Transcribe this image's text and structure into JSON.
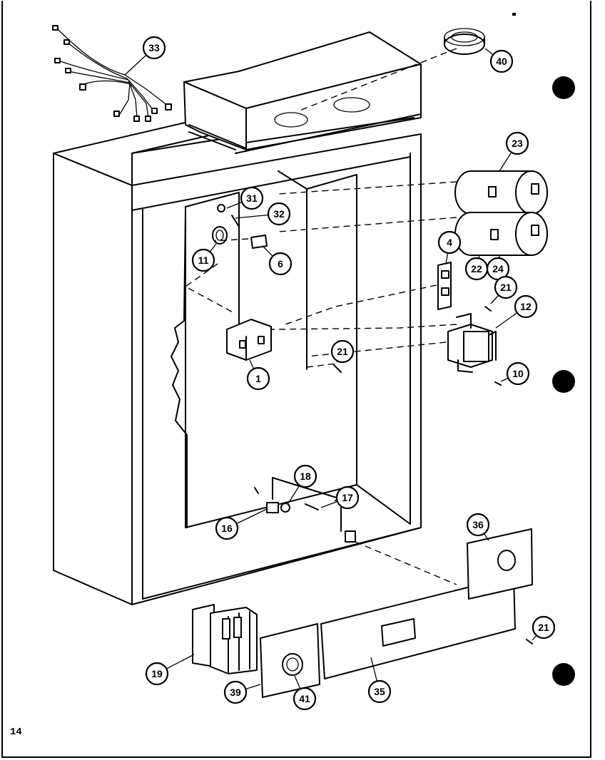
{
  "page_number": "14",
  "callouts": [
    {
      "label": "33"
    },
    {
      "label": "40"
    },
    {
      "label": "23"
    },
    {
      "label": "31"
    },
    {
      "label": "32"
    },
    {
      "label": "11"
    },
    {
      "label": "6"
    },
    {
      "label": "4"
    },
    {
      "label": "22"
    },
    {
      "label": "24"
    },
    {
      "label": "21"
    },
    {
      "label": "12"
    },
    {
      "label": "21"
    },
    {
      "label": "1"
    },
    {
      "label": "10"
    },
    {
      "label": "18"
    },
    {
      "label": "17"
    },
    {
      "label": "16"
    },
    {
      "label": "36"
    },
    {
      "label": "21"
    },
    {
      "label": "19"
    },
    {
      "label": "39"
    },
    {
      "label": "41"
    },
    {
      "label": "35"
    }
  ]
}
